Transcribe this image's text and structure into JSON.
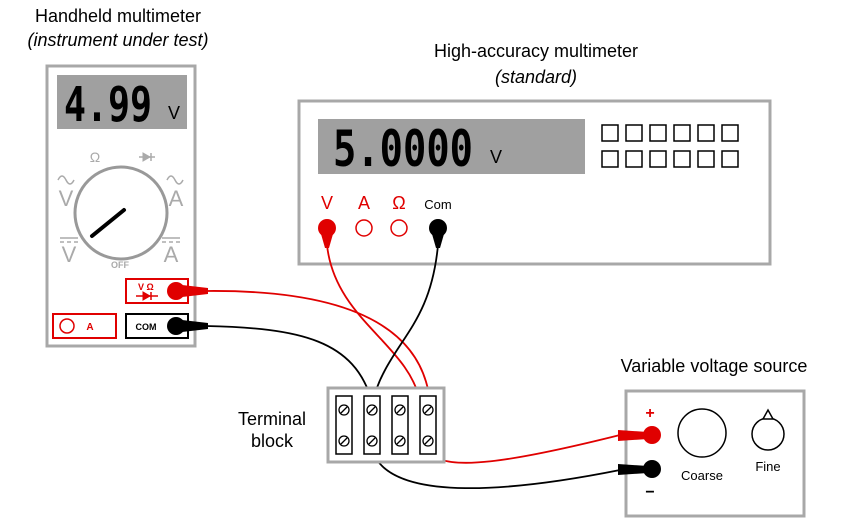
{
  "handheld": {
    "title": "Handheld multimeter",
    "subtitle": "(instrument under test)",
    "reading": "4.99",
    "unit": "V",
    "dial": {
      "ohm": "Ω",
      "diode": "⊳|",
      "ac_v": "V",
      "ac_a": "A",
      "dc_v": "V",
      "dc_a": "A",
      "off": "OFF"
    },
    "jack_volt_ohm": "V Ω",
    "jack_amp": "A",
    "jack_com": "COM"
  },
  "standard": {
    "title": "High-accuracy multimeter",
    "subtitle": "(standard)",
    "reading": "5.0000",
    "unit": "V",
    "jack_v": "V",
    "jack_a": "A",
    "jack_ohm": "Ω",
    "jack_com": "Com"
  },
  "terminal_block": {
    "label_line1": "Terminal",
    "label_line2": "block"
  },
  "source": {
    "title": "Variable voltage source",
    "plus": "+",
    "minus": "−",
    "coarse": "Coarse",
    "fine": "Fine"
  },
  "colors": {
    "red": "#e00000",
    "black": "#000000",
    "panel_gray": "#a8a8a8",
    "lcd_gray": "#a0a0a0"
  }
}
